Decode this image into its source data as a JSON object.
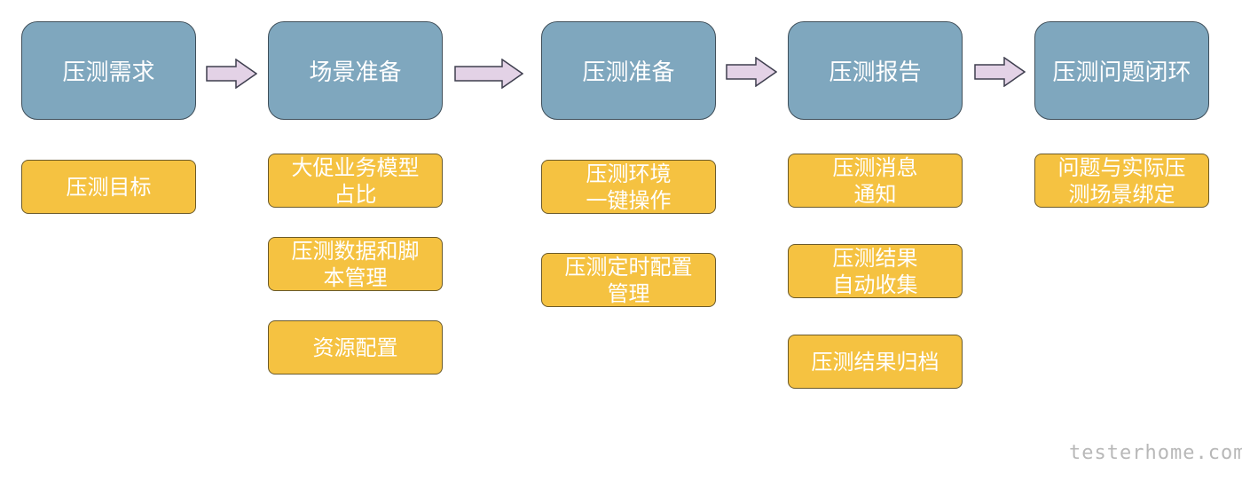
{
  "stages": [
    {
      "label": "压测需求"
    },
    {
      "label": "场景准备"
    },
    {
      "label": "压测准备"
    },
    {
      "label": "压测报告"
    },
    {
      "label": "压测问题闭环"
    }
  ],
  "tasks": {
    "requirement": [
      "压测目标"
    ],
    "scenario": [
      "大促业务模型\n占比",
      "压测数据和脚\n本管理",
      "资源配置"
    ],
    "preparation": [
      "压测环境\n一键操作",
      "压测定时配置\n管理"
    ],
    "report": [
      "压测消息\n通知",
      "压测结果\n自动收集",
      "压测结果归档"
    ],
    "closure": [
      "问题与实际压\n测场景绑定"
    ]
  },
  "watermark": "testerhome.com",
  "colors": {
    "stage_fill": "#7fa7be",
    "task_fill": "#f5c241",
    "arrow_fill": "#e3d2e6"
  }
}
